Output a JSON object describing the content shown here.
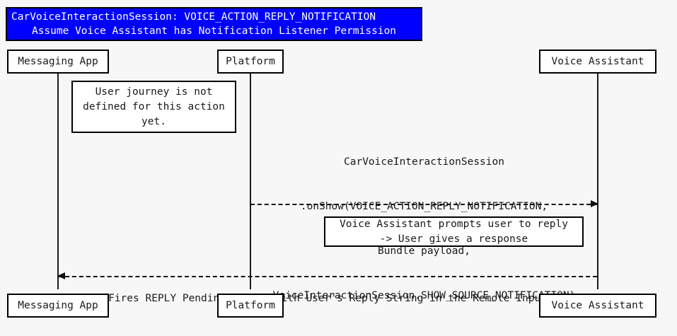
{
  "diagram": {
    "kind": "uml-sequence-diagram",
    "background_color": "#f7f7f7",
    "title": {
      "line1": "CarVoiceInteractionSession: VOICE_ACTION_REPLY_NOTIFICATION",
      "line2": "Assume Voice Assistant has Notification Listener Permission",
      "background_color": "#0000ff",
      "text_color": "#ffffff",
      "border_color": "#000000"
    },
    "participants": [
      {
        "id": "messaging-app",
        "label": "Messaging App"
      },
      {
        "id": "platform",
        "label": "Platform"
      },
      {
        "id": "voice-assistant",
        "label": "Voice Assistant"
      }
    ],
    "notes": [
      {
        "id": "note-user-journey",
        "attached_to": "messaging-app",
        "lines": [
          "User journey is not",
          "defined for this action",
          "yet."
        ]
      },
      {
        "id": "note-voice-prompt",
        "attached_to": "voice-assistant",
        "lines": [
          "Voice Assistant prompts user to reply",
          "-> User gives a response"
        ]
      }
    ],
    "messages": [
      {
        "id": "msg-onshow",
        "from": "platform",
        "to": "voice-assistant",
        "direction": "right",
        "style": "dashed",
        "lines": [
          "CarVoiceInteractionSession",
          ".onShow(VOICE_ACTION_REPLY_NOTIFICATION,",
          "Bundle payload,",
          "VoiceInteractionSession.SHOW_SOURCE_NOTIFICATION)"
        ]
      },
      {
        "id": "msg-reply-intent",
        "from": "voice-assistant",
        "to": "messaging-app",
        "direction": "left",
        "style": "dashed",
        "lines": [
          "Fires REPLY Pending Intent with User's Reply String in the Remote Input"
        ]
      }
    ]
  }
}
